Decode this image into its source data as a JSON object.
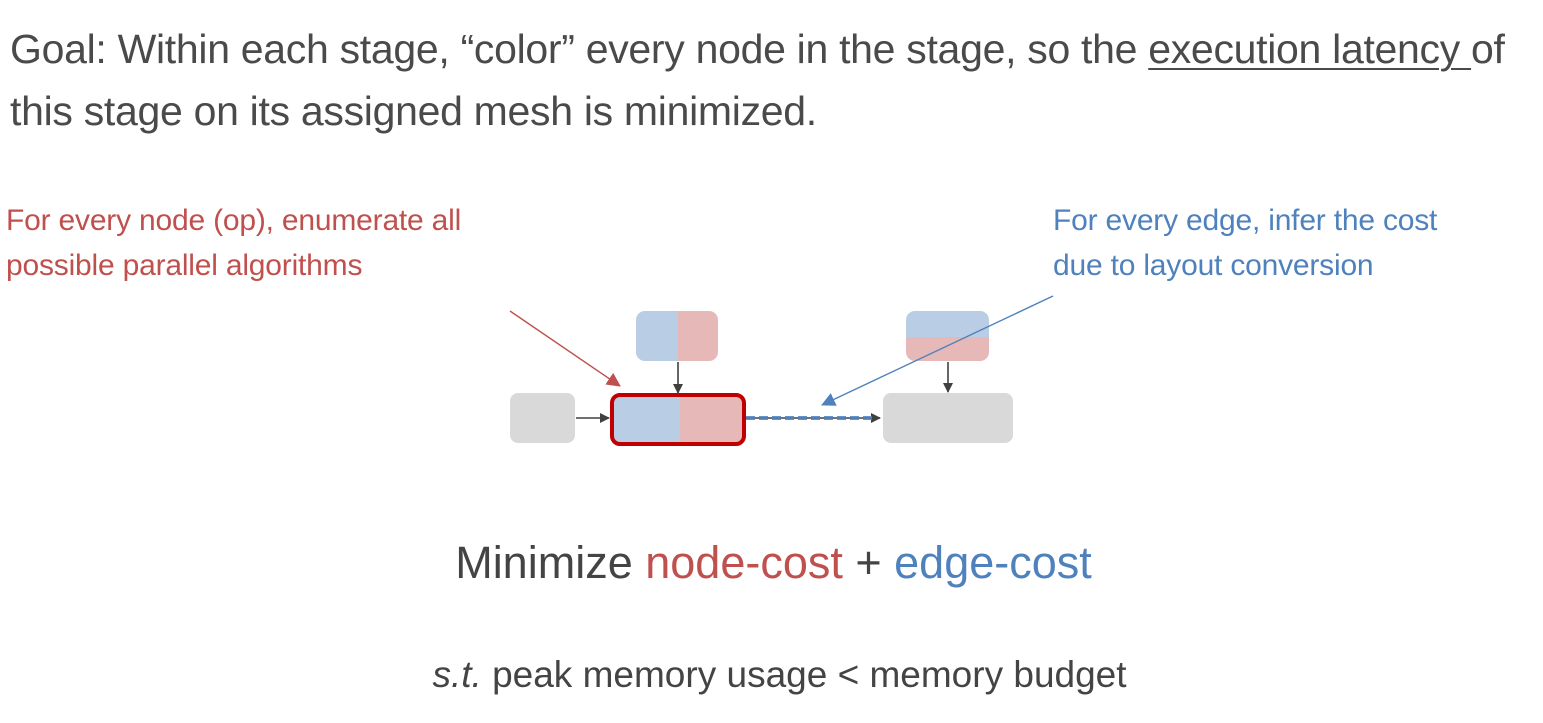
{
  "goal": {
    "prefix": "Goal: Within each stage, “color” every node in the stage, so the ",
    "underlined": "execution latency ",
    "suffix": "of this stage on its assigned mesh is minimized."
  },
  "annotations": {
    "node": "For every node (op), enumerate all possible parallel algorithms",
    "node_line1": "For every node (op), enumerate all",
    "node_line2": "possible parallel algorithms",
    "edge_line1": "For every edge, infer the cost",
    "edge_line2": "due to layout conversion"
  },
  "formula": {
    "prefix": "Minimize ",
    "node_cost": "node-cost",
    "plus": " + ",
    "edge_cost": "edge-cost"
  },
  "constraint": {
    "italic": "s.t.",
    "rest": " peak memory usage < memory budget"
  },
  "colors": {
    "red_text": "#c0504d",
    "blue_text": "#4f81bd",
    "node_gray": "#d9d9d9",
    "node_blue": "#b9cde4",
    "node_red": "#e6b9b8",
    "highlight_border": "#c00000",
    "arrow": "#404040"
  }
}
